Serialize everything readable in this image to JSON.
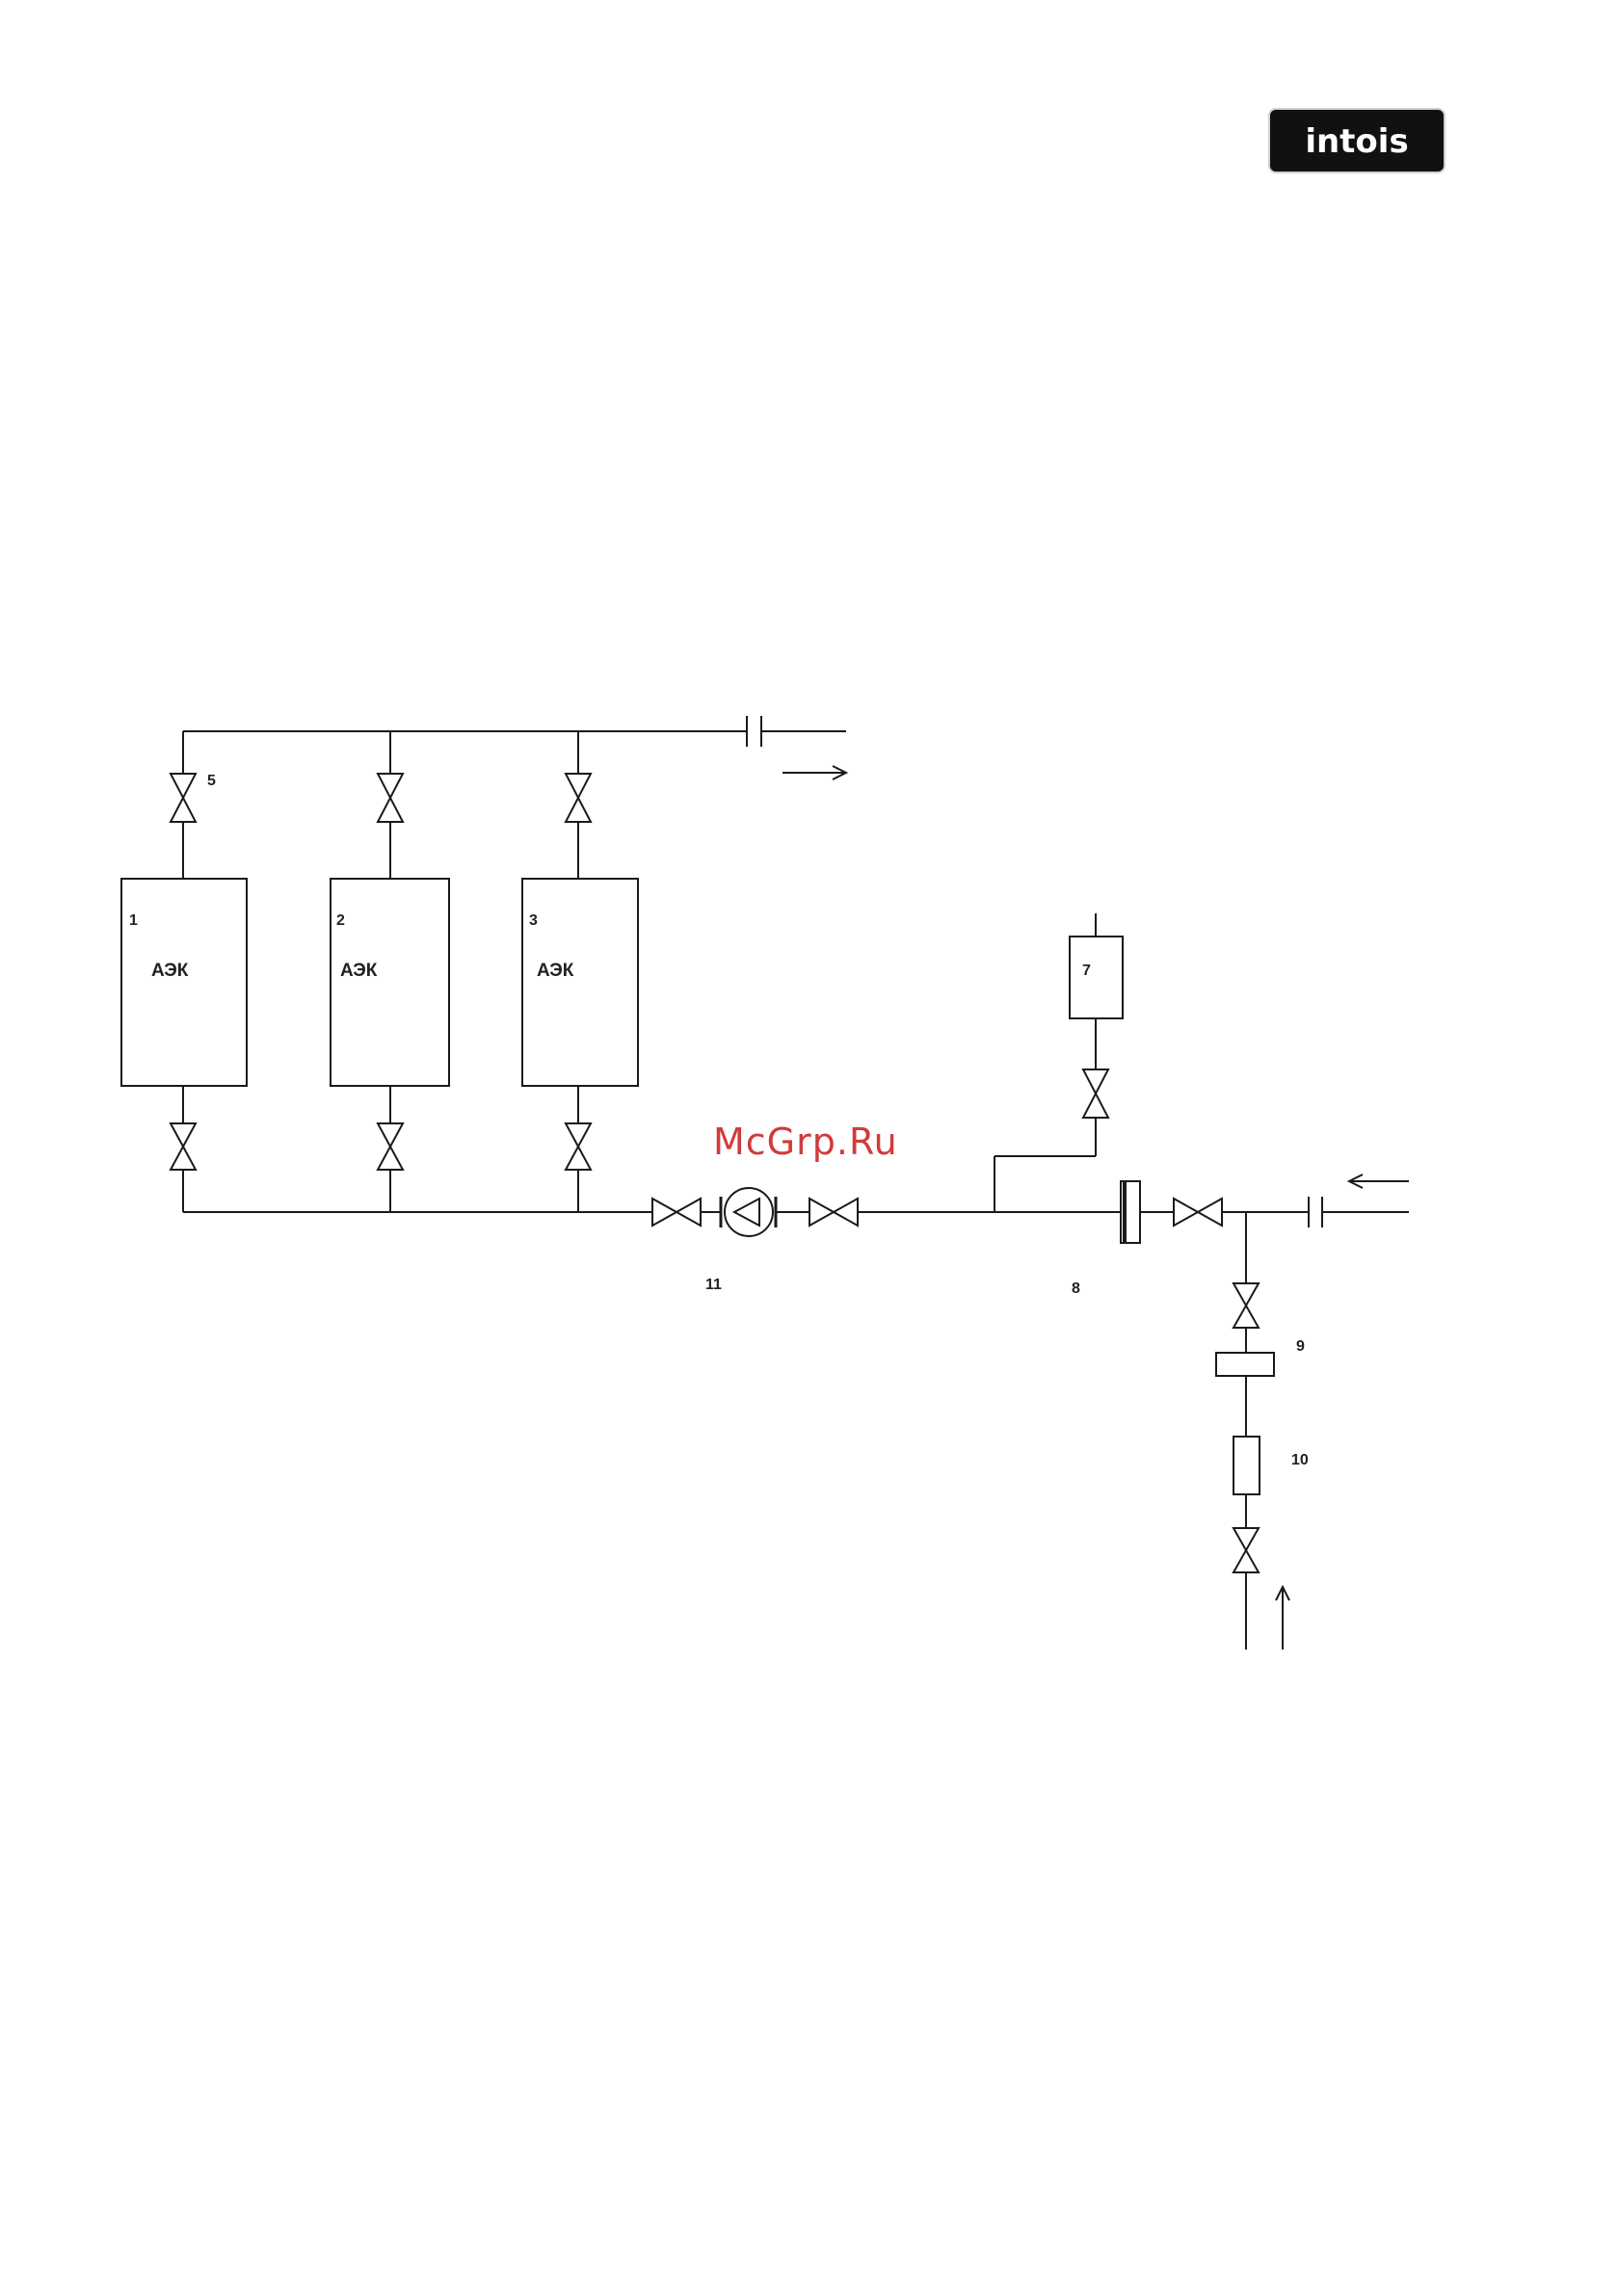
{
  "header": {
    "logo_text": "intois"
  },
  "diagram": {
    "labels": {
      "unit_1": "1",
      "unit_2": "2",
      "unit_3": "3",
      "valve_5": "5",
      "tank_7": "7",
      "flowmeter_8": "8",
      "element_9": "9",
      "filter_10": "10",
      "pump_11": "11"
    },
    "unit_type": [
      "АЭК",
      "АЭК",
      "АЭК"
    ]
  },
  "watermark": {
    "text": "McGrp.Ru"
  },
  "colors": {
    "line": "#1a1a1a",
    "watermark": "#d13b3b",
    "logo_background": "#111111"
  }
}
